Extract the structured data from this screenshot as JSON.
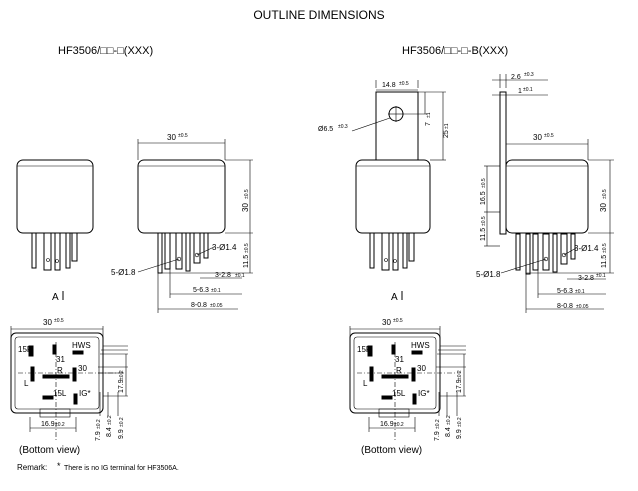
{
  "title": "OUTLINE DIMENSIONS",
  "left": {
    "model": "HF3506/□□-□(XXX)",
    "dims": {
      "width_top": "30",
      "width_top_tol": "±0.5",
      "height": "30",
      "height_tol": "±0.5",
      "pin_len": "11.5",
      "pin_len_tol": "±0.5",
      "pin_a": "3-Ø1.4",
      "pin_b": "3-2.8",
      "pin_b_tol": "±0.1",
      "pin_c": "5-6.3",
      "pin_c_tol": "±0.1",
      "pin_d": "8-0.8",
      "pin_d_tol": "±0.05",
      "hole": "5-Ø1.8",
      "view_a": "A",
      "bottom_width": "30",
      "bottom_width_tol": "±0.5",
      "bottom_inner": "16.9",
      "bottom_inner_tol": "±0.2",
      "v1": "7.9",
      "v1_tol": "±0.2",
      "v2": "8.4",
      "v2_tol": "±0.2",
      "v3": "9.9",
      "v3_tol": "±0.2",
      "v4": "17.9",
      "v4_tol": "±0.2"
    },
    "terminals": [
      "15R",
      "HWS",
      "31",
      "R",
      "30",
      "L",
      "15L",
      "IG*"
    ],
    "caption": "(Bottom view)"
  },
  "right": {
    "model": "HF3506/□□-□-B(XXX)",
    "dims": {
      "bracket_w": "14.8",
      "bracket_w_tol": "±0.5",
      "bracket_hole": "Ø6.5",
      "bracket_hole_tol": "±0.3",
      "bracket_7": "7",
      "bracket_7_tol": "±1",
      "bracket_25": "25",
      "bracket_25_tol": "±1",
      "thick": "2.6",
      "thick_tol": "±0.3",
      "offset_1": "1",
      "offset_1_tol": "±0.1",
      "width_top": "30",
      "width_top_tol": "±0.5",
      "h165": "16.5",
      "h165_tol": "±0.5",
      "height": "30",
      "height_tol": "±0.5",
      "pin_len_l": "11.5",
      "pin_len_l_tol": "±0.5",
      "pin_len_r": "11.5",
      "pin_len_r_tol": "±0.5",
      "pin_a": "3-Ø1.4",
      "pin_b": "3-2.8",
      "pin_b_tol": "±0.1",
      "pin_c": "5-6.3",
      "pin_c_tol": "±0.1",
      "pin_d": "8-0.8",
      "pin_d_tol": "±0.05",
      "hole": "5-Ø1.8",
      "view_a": "A",
      "bottom_width": "30",
      "bottom_width_tol": "±0.5",
      "bottom_inner": "16.9",
      "bottom_inner_tol": "±0.2",
      "v1": "7.9",
      "v1_tol": "±0.2",
      "v2": "8.4",
      "v2_tol": "±0.2",
      "v3": "9.9",
      "v3_tol": "±0.2",
      "v4": "17.9",
      "v4_tol": "±0.2"
    },
    "terminals": [
      "15R",
      "HWS",
      "31",
      "R",
      "30",
      "L",
      "15L",
      "IG*"
    ],
    "caption": "(Bottom view)"
  },
  "remark_label": "Remark:",
  "remark_mark": "*",
  "remark_text": "There is no IG terminal for HF3506A."
}
